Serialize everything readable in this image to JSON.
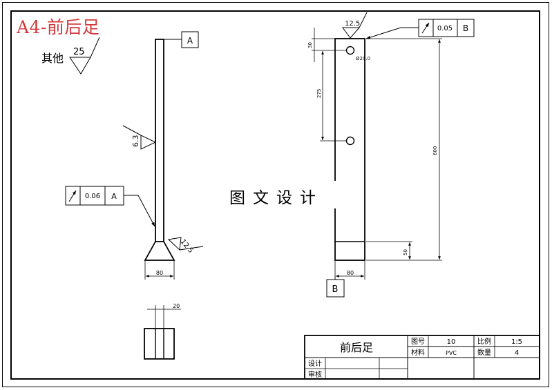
{
  "sheet_title": "A4-前后足",
  "watermark": "图文设计",
  "front_view": {
    "datum_a": "A",
    "roughness_default_label": "其他",
    "roughness_default": "25",
    "roughness_side": "6.3",
    "roughness_foot": "12.5",
    "tolerance": {
      "value": "0.06",
      "datum": "A"
    },
    "dim_base_width": "80",
    "dim_section_width": "20"
  },
  "side_view": {
    "roughness_top": "12.5",
    "tolerance": {
      "value": "0.05",
      "datum": "B"
    },
    "datum_b": "B",
    "dim_top_offset": "30",
    "dim_hole_spacing": "275",
    "dim_total_height": "600",
    "dim_bottom_band": "50",
    "dim_width": "80",
    "hole_diameter": "Ø20.0"
  },
  "title_block": {
    "part_name": "前后足",
    "drawing_no_label": "图号",
    "drawing_no": "10",
    "scale_label": "比例",
    "scale": "1:5",
    "material_label": "材料",
    "material": "PVC",
    "quantity_label": "数量",
    "quantity": "4",
    "design_label": "设计",
    "review_label": "审核"
  }
}
